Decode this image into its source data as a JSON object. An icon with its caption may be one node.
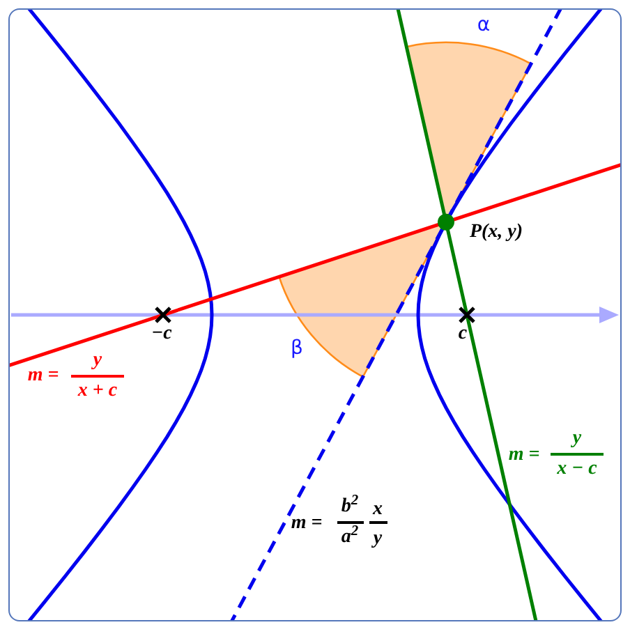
{
  "diagram": {
    "labels": [
      "α",
      "P(x, y)",
      "−c",
      "c",
      "β",
      "m =",
      "y",
      "x + c",
      "m =",
      "y",
      "x − c",
      "m =",
      "b$^{2}$",
      "a$^{2}$",
      "x",
      "y"
    ]
  }
}
